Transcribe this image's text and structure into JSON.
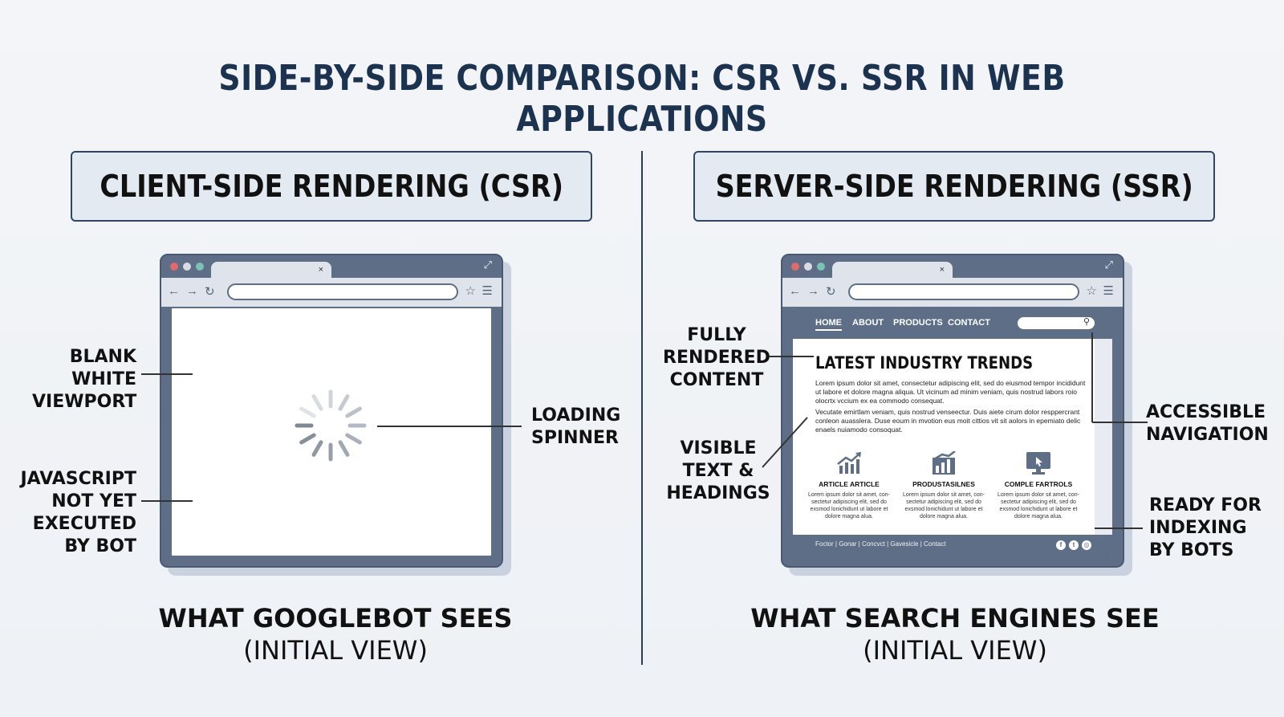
{
  "title": "SIDE-BY-SIDE COMPARISON: CSR VS. SSR IN WEB APPLICATIONS",
  "left": {
    "heading": "CLIENT-SIDE RENDERING (CSR)",
    "callouts": {
      "blank": [
        "BLANK",
        "WHITE",
        "VIEWPORT"
      ],
      "js": [
        "JAVASCRIPT",
        "NOT YET",
        "EXECUTED",
        "BY BOT"
      ],
      "spinner": [
        "LOADING",
        "SPINNER"
      ]
    },
    "caption_main": "WHAT GOOGLEBOT SEES",
    "caption_sub": "(INITIAL VIEW)",
    "tab_close": "×"
  },
  "right": {
    "heading": "SERVER-SIDE RENDERING (SSR)",
    "callouts": {
      "rendered": [
        "FULLY",
        "RENDERED",
        "CONTENT"
      ],
      "visible": [
        "VISIBLE",
        "TEXT &",
        "HEADINGS"
      ],
      "navigation": [
        "ACCESSIBLE",
        "NAVIGATION"
      ],
      "indexing": [
        "READY FOR",
        "INDEXING",
        "BY BOTS"
      ]
    },
    "caption_main": "WHAT SEARCH ENGINES SEE",
    "caption_sub": "(INITIAL VIEW)",
    "tab_close": "×",
    "site": {
      "nav": [
        "HOME",
        "ABOUT",
        "PRODUCTS",
        "CONTACT"
      ],
      "headline": "LATEST INDUSTRY TRENDS",
      "para1": "Lorem ipsum dolor sit amet, consectetur adipiscing elit, sed do eiusmod tempor incididunt ut labore et dolore magna aliqua. Ut vicinum ad minim veniam, quis nostrud labors roio olocrtx vccium ex ea commodo consequat.",
      "para2": "Vecutate emirtlam veniam, quis nostrud venseectur. Duis aiete cirum dolor resppercrant conleon auasslera. Duse eoum in mvotion eus moit cittios vit sit aolors in epemiato delic enaels nuiamodo consoquat.",
      "features": [
        {
          "title": "ARTICLE ARTICLE",
          "icon": "chart-up-icon",
          "text": "Lorem ipsum dolor sit amet, con-sectetur adipiscing elit, sed do exsmod lonichidunt ut labore et dolore magna alua."
        },
        {
          "title": "PRODUSTASILNES",
          "icon": "bar-chart-icon",
          "text": "Lorem ipsum dolor sit amet, con-sectetur adipiscing elit, sed do exsmod lonichidunt ut labore et dolore magna alua."
        },
        {
          "title": "COMPLE FARTROLS",
          "icon": "monitor-icon",
          "text": "Lorem ipsum dolor sit amet, con-sectetur adipiscing elit, sed do exsmod lonichidunt ut labore et dolore magna alua."
        }
      ],
      "footer_links": "Foctor | Gonar | Concvct | Gavesicle | Contact"
    }
  },
  "colors": {
    "title": "#1c3350",
    "browser_frame": "#5e6e86",
    "panel_bg": "#e4eaf2"
  }
}
